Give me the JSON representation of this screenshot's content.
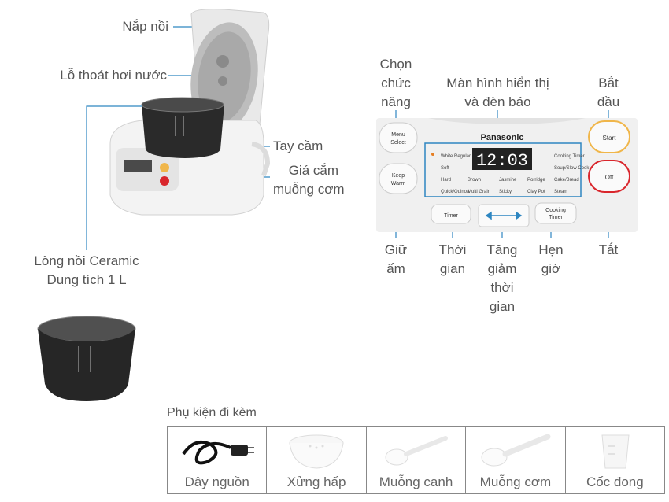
{
  "left_labels": {
    "lid": "Nắp nồi",
    "vent": "Lỗ thoát hơi nước",
    "handle": "Tay cầm",
    "paddle_holder_1": "Giá cắm",
    "paddle_holder_2": "muỗng cơm",
    "pot_1": "Lòng nồi Ceramic",
    "pot_2": "Dung tích 1 L"
  },
  "panel_labels": {
    "menu_1": "Chọn",
    "menu_2": "chức",
    "menu_3": "năng",
    "display_1": "Màn hình hiển thị",
    "display_2": "và đèn báo",
    "start_1": "Bắt",
    "start_2": "đầu",
    "keep_1": "Giữ",
    "keep_2": "ấm",
    "timer_1": "Thời",
    "timer_2": "gian",
    "arrow_1": "Tăng",
    "arrow_2": "giảm",
    "arrow_3": "thời",
    "arrow_4": "gian",
    "cook_1": "Hẹn",
    "cook_2": "giờ",
    "off": "Tắt"
  },
  "panel": {
    "brand": "Panasonic",
    "display_digits": "12:03",
    "btn_menu": [
      "Menu",
      "Select"
    ],
    "btn_keep": [
      "Keep",
      "Warm"
    ],
    "btn_start": "Start",
    "btn_off": "Off",
    "btn_timer": "Timer",
    "btn_cooking_timer": [
      "Cooking",
      "Timer"
    ],
    "modes": [
      "White Regular",
      "Soft",
      "Hard",
      "Brown",
      "Jasmine",
      "Porridge",
      "Quick/Quinoa",
      "Multi Grain",
      "Sticky",
      "Clay Pot",
      "Steam",
      "Cooking Timer",
      "Soup/Slow Cook",
      "Cake/Bread"
    ]
  },
  "accessories": {
    "title": "Phụ kiện đi kèm",
    "items": [
      "Dây nguồn",
      "Xửng hấp",
      "Muỗng canh",
      "Muỗng cơm",
      "Cốc đong"
    ]
  },
  "colors": {
    "label_text": "#555555",
    "line_blue": "#2e86c1",
    "start_ring": "#f0b64a",
    "off_ring": "#d9262c",
    "display_bg": "#222222"
  }
}
